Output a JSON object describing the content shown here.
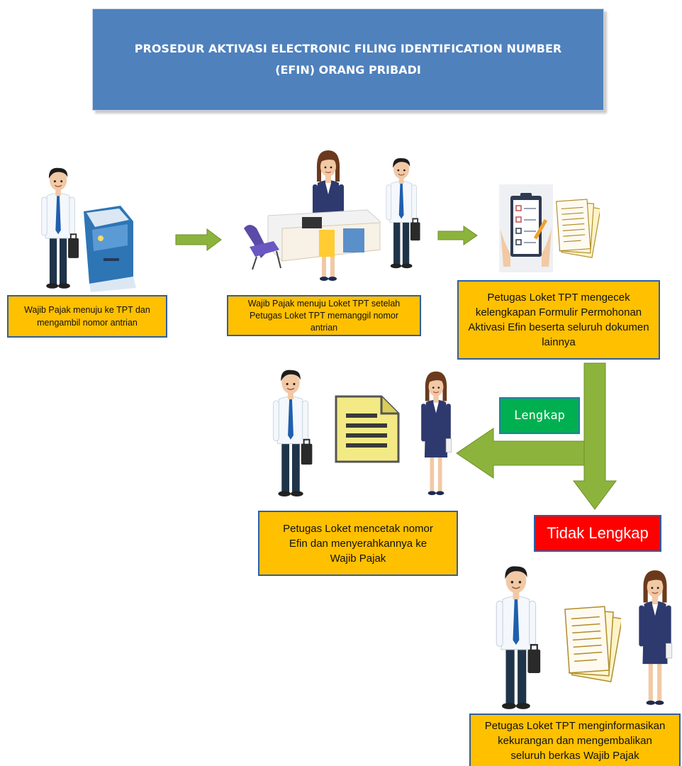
{
  "title": {
    "line1": "PROSEDUR AKTIVASI ELECTRONIC FILING IDENTIFICATION NUMBER",
    "line2": "(EFIN) ORANG PRIBADI"
  },
  "steps": {
    "step1": "Wajib Pajak menuju ke TPT dan mengambil nomor antrian",
    "step2": "Wajib Pajak menuju Loket TPT setelah Petugas Loket TPT memanggil nomor antrian",
    "step3": "Petugas Loket TPT mengecek kelengkapan Formulir Permohonan Aktivasi Efin beserta seluruh dokumen lainnya",
    "step4": "Petugas Loket mencetak nomor Efin dan menyerahkannya ke Wajib Pajak",
    "step5": "Petugas Loket TPT menginformasikan kekurangan dan mengembalikan seluruh berkas Wajib Pajak"
  },
  "branches": {
    "complete": "Lengkap",
    "incomplete": "Tidak Lengkap"
  },
  "colors": {
    "title_bg": "#4f81bd",
    "step_bg": "#ffc000",
    "step_border": "#2e5fa3",
    "complete_bg": "#00b050",
    "incomplete_bg": "#ff0000",
    "arrow": "#8cb43c"
  }
}
